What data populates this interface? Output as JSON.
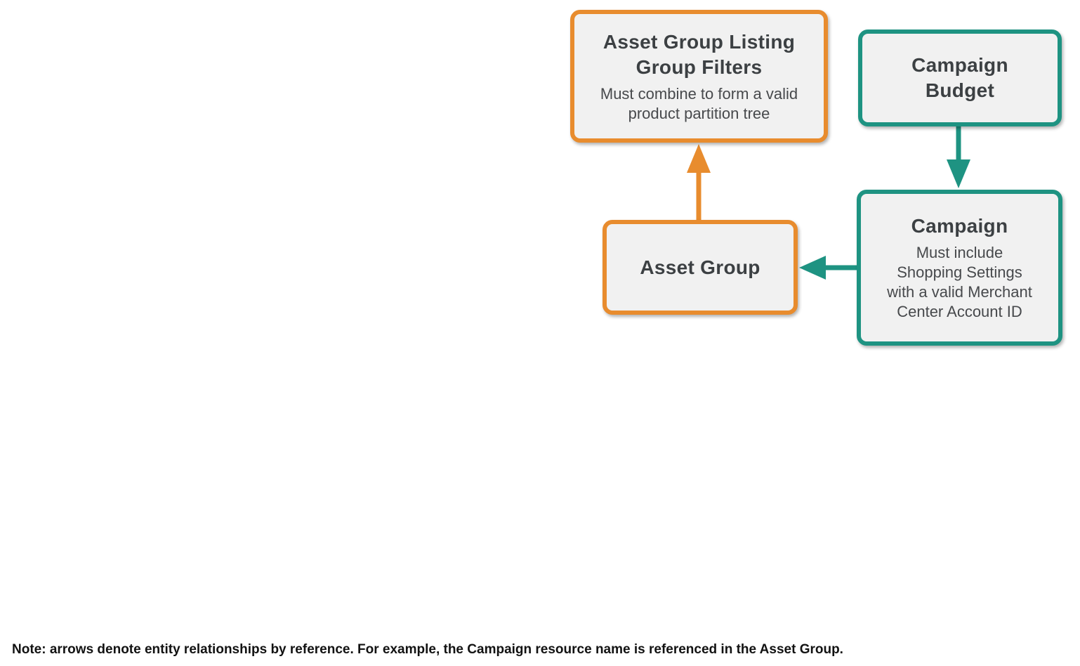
{
  "diagram": {
    "nodes": [
      {
        "id": "asset-group-listing-group-filters",
        "title": "Asset Group Listing\nGroup Filters",
        "subtitle": "Must combine to form a valid\nproduct partition tree",
        "accent": "orange"
      },
      {
        "id": "campaign-budget",
        "title": "Campaign\nBudget",
        "subtitle": "",
        "accent": "teal"
      },
      {
        "id": "asset-group",
        "title": "Asset Group",
        "subtitle": "",
        "accent": "orange"
      },
      {
        "id": "campaign",
        "title": "Campaign",
        "subtitle": "Must include\nShopping Settings\nwith a valid Merchant\nCenter Account ID",
        "accent": "teal"
      }
    ],
    "edges": [
      {
        "from": "asset-group",
        "to": "asset-group-listing-group-filters",
        "color": "orange",
        "direction": "up"
      },
      {
        "from": "campaign-budget",
        "to": "campaign",
        "color": "teal",
        "direction": "down"
      },
      {
        "from": "campaign",
        "to": "asset-group",
        "color": "teal",
        "direction": "left"
      }
    ],
    "colors": {
      "orange": "#E88C2E",
      "teal": "#1E9382",
      "node-fill": "#F1F1F1",
      "title-text": "#3C4043",
      "subtitle-text": "#47494C"
    }
  },
  "note": {
    "text": "Note: arrows denote entity relationships by reference. For example, the Campaign resource name is referenced in the Asset Group."
  }
}
